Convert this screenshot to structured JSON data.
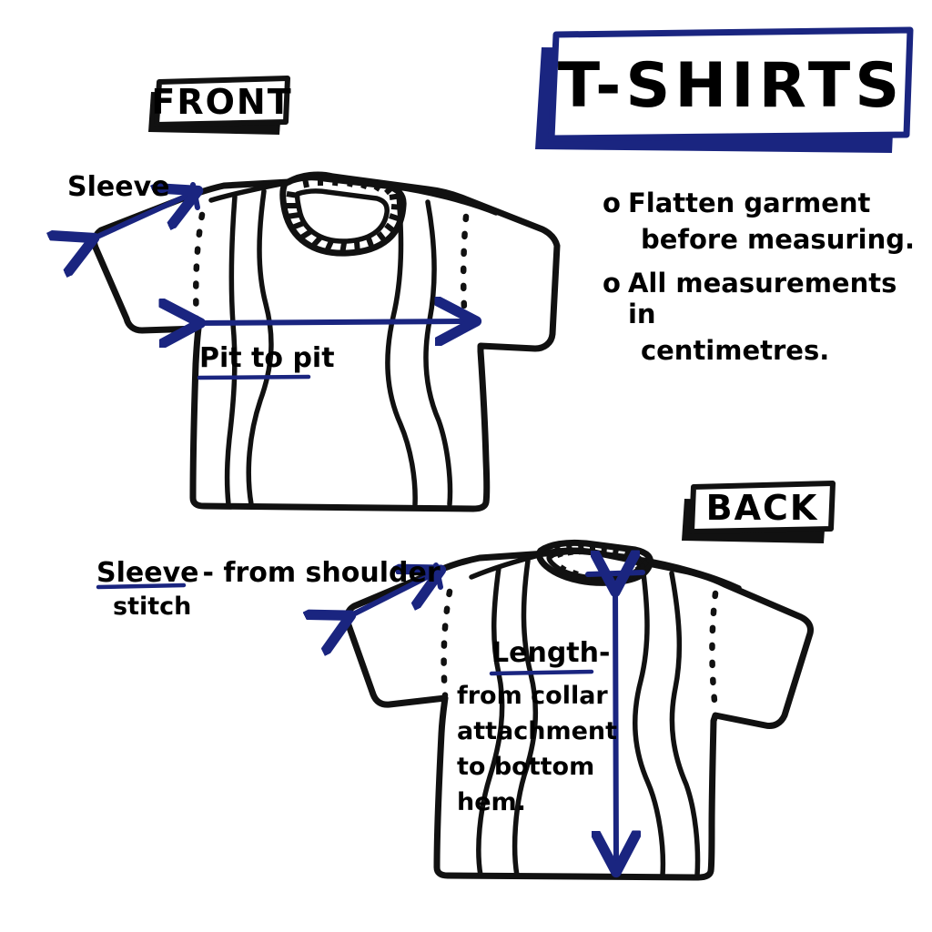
{
  "colors": {
    "ink_blue": "#1a2580",
    "ink_black": "#111111",
    "background": "#ffffff"
  },
  "title": {
    "text": "T-SHIRTS"
  },
  "tags": {
    "front": "FRONT",
    "back": "BACK"
  },
  "notes": {
    "bullet_glyph": "o",
    "items": [
      {
        "line1": "Flatten garment",
        "line2": "before measuring."
      },
      {
        "line1": "All measurements in",
        "line2": "centimetres."
      }
    ]
  },
  "front_diagram": {
    "sleeve_label": "Sleeve",
    "pit_to_pit_label": "Pit to pit"
  },
  "back_diagram": {
    "sleeve_label": "Sleeve",
    "sleeve_note_a": "- from shoulder",
    "sleeve_note_b": "stitch",
    "length_label": "Length-",
    "length_note": [
      "from collar",
      "attachment",
      "to bottom",
      "hem."
    ]
  }
}
